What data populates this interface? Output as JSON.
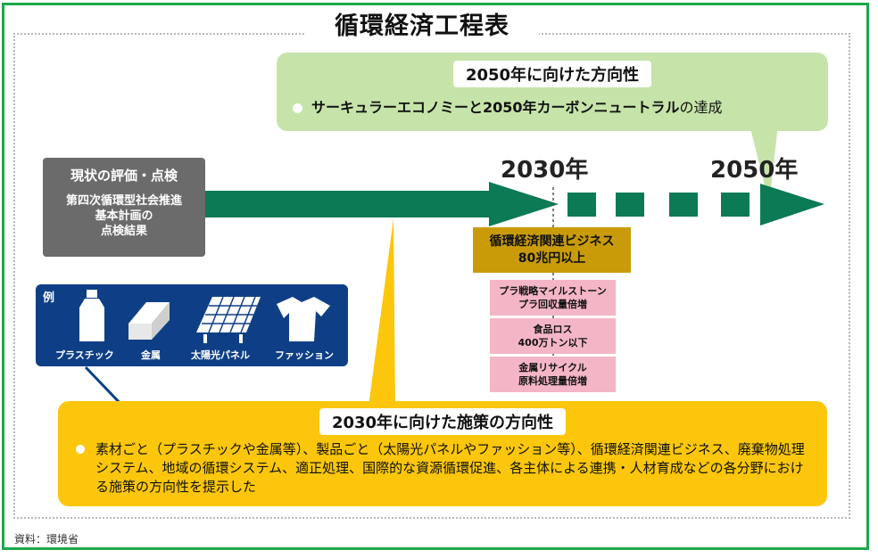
{
  "title": "循環経済工程表",
  "goal_2050": {
    "heading": "2050年に向けた方向性",
    "bullet_bold": "サーキュラーエコノミーと2050年カーボンニュートラル",
    "bullet_rest": "の達成"
  },
  "current_status": {
    "heading": "現状の評価・点検",
    "body_lines": [
      "第四次循環型社会推進",
      "基本計画の",
      "点検結果"
    ]
  },
  "years": {
    "y2030": "2030年",
    "y2050": "2050年"
  },
  "examples": {
    "label": "例",
    "items": [
      "プラスチック",
      "金属",
      "太陽光パネル",
      "ファッション"
    ]
  },
  "business_target": {
    "line1": "循環経済関連ビジネス",
    "line2": "80兆円以上"
  },
  "milestones": [
    {
      "line1": "プラ戦略マイルストーン",
      "line2": "プラ回収量倍増"
    },
    {
      "line1": "食品ロス",
      "line2": "400万トン以下"
    },
    {
      "line1": "金属リサイクル",
      "line2": "原料処理量倍増"
    }
  ],
  "policy_2030": {
    "heading": "2030年に向けた施策の方向性",
    "text": "素材ごと（プラスチックや金属等）、製品ごと（太陽光パネルやファッション等）、循環経済関連ビジネス、廃棄物処理システム、地域の循環システム、適正処理、国際的な資源循環促進、各主体による連携・人材育成などの各分野における施策の方向性を提示した"
  },
  "source": "資料：環境省",
  "colors": {
    "frame": "#1ea84a",
    "arrow": "#0b7a55",
    "green_bubble": "#c6e4a9",
    "yellow_bubble": "#fbc60c",
    "navy": "#0e3f86",
    "gold": "#c99b09",
    "pink": "#f4b6c6",
    "gray": "#6b6b6b"
  },
  "icons": [
    "bottle-icon",
    "metal-ingot-icon",
    "solar-panel-icon",
    "tshirt-icon"
  ]
}
